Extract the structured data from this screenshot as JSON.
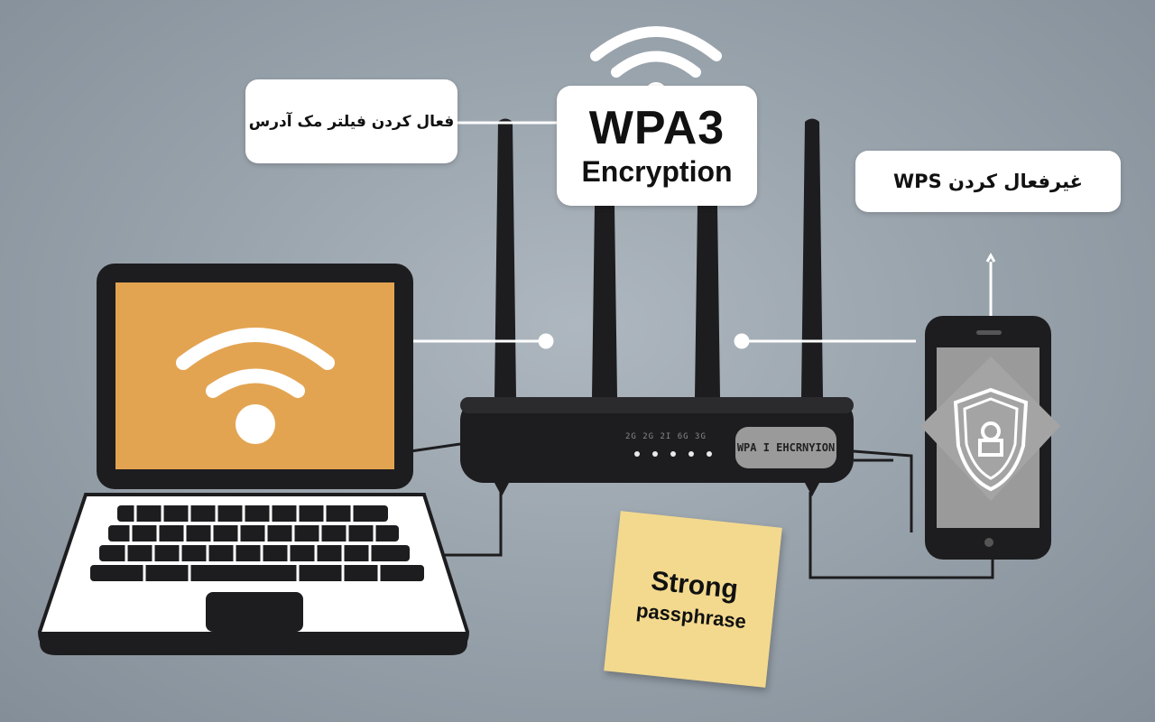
{
  "callouts": {
    "mac_filter": "فعال کردن فیلتر مک آدرس",
    "wps": "غیرفعال کردن WPS",
    "wpa3_title": "WPA3",
    "wpa3_sub": "Encryption"
  },
  "router": {
    "label": "WPA I EHCRNYION",
    "led_text": "2G 2G 2I 6G 3G"
  },
  "note": {
    "line1": "Strong",
    "line2": "passphrase"
  },
  "icons": [
    "wifi-icon",
    "shield-lock-icon"
  ],
  "colors": {
    "background": "#9aa4ad",
    "laptop_screen": "#e3a452",
    "device_body": "#1d1d1f",
    "note": "#f3d98e"
  }
}
